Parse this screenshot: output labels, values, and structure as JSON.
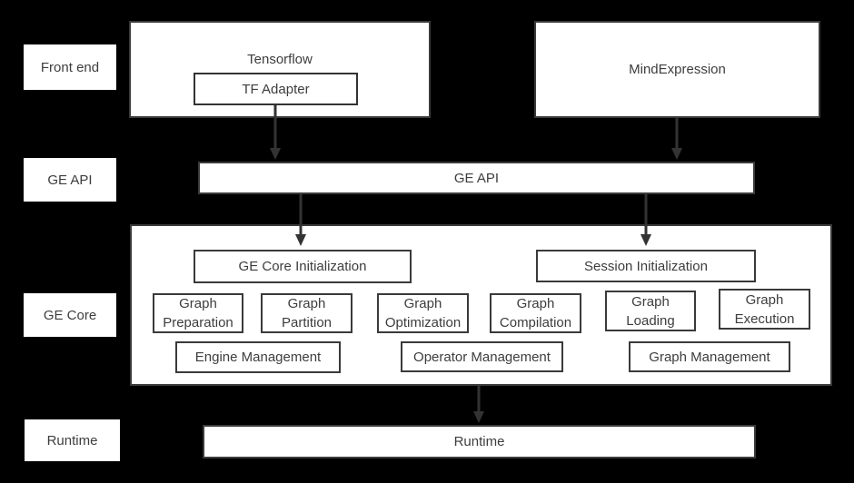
{
  "colors": {
    "background": "#000000",
    "box_fill": "#ffffff",
    "border": "#3a3a3a",
    "text": "#3d3d3d",
    "arrow": "#333333"
  },
  "row_labels": {
    "front_end": "Front end",
    "ge_api": "GE API",
    "ge_core": "GE Core",
    "runtime": "Runtime"
  },
  "front_end": {
    "tensorflow": "Tensorflow",
    "tf_adapter": "TF Adapter",
    "mind_expression": "MindExpression"
  },
  "ge_api": {
    "bar_label": "GE API"
  },
  "ge_core": {
    "init_label": "GE Core Initialization",
    "session_label": "Session Initialization",
    "modules": [
      "Graph Preparation",
      "Graph Partition",
      "Graph Optimization",
      "Graph Compilation",
      "Graph Loading",
      "Graph Execution"
    ],
    "management": [
      "Engine Management",
      "Operator Management",
      "Graph Management"
    ]
  },
  "runtime": {
    "bar_label": "Runtime"
  }
}
